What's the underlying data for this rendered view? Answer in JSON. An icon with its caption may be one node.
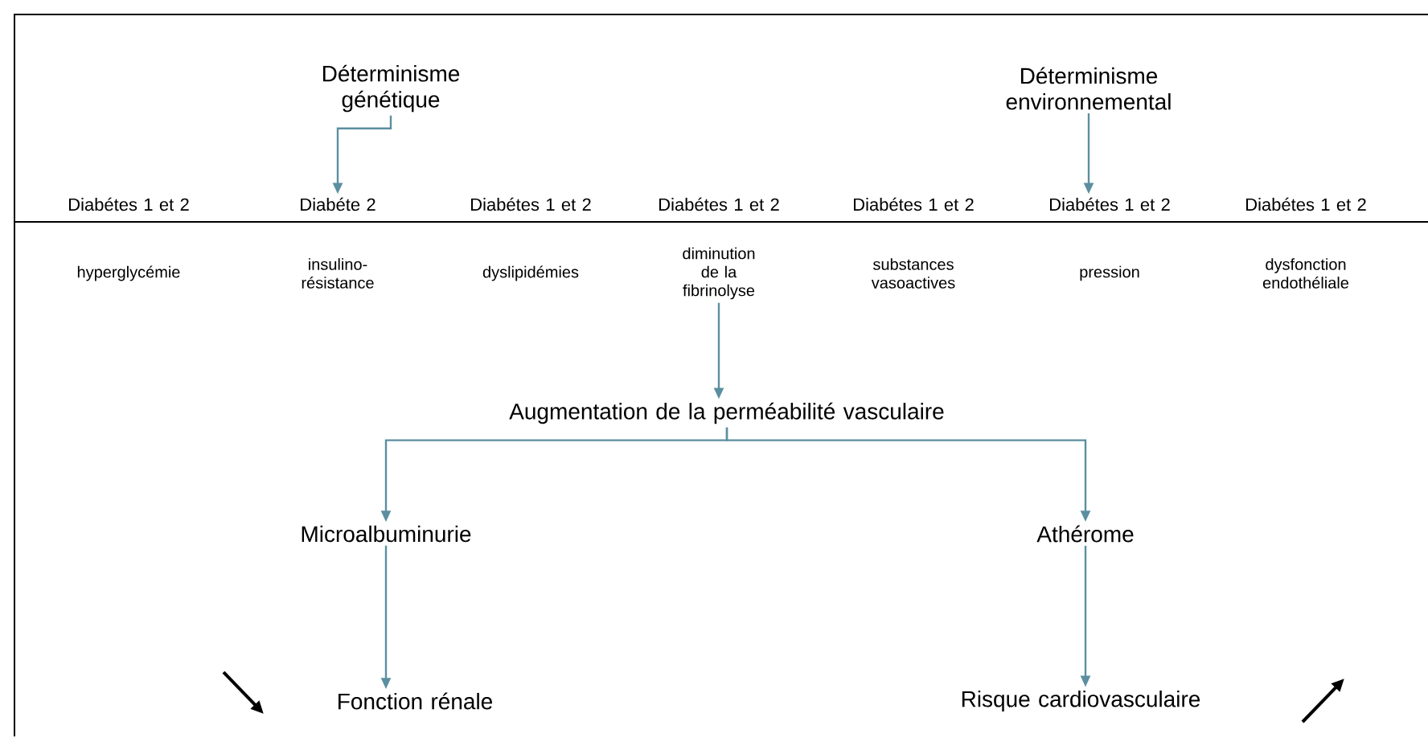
{
  "diagram": {
    "nodes": [
      {
        "text": [
          "Déterminisme génétique"
        ]
      },
      {
        "text": [
          "Déterminisme environnemental"
        ]
      },
      {
        "text": [
          "Diabétes 1 et 2"
        ]
      },
      {
        "text": [
          "Diabéte 2"
        ]
      },
      {
        "text": [
          "Diabétes 1 et 2"
        ]
      },
      {
        "text": [
          "Diabétes 1 et 2"
        ]
      },
      {
        "text": [
          "Diabétes 1 et 2"
        ]
      },
      {
        "text": [
          "Diabétes 1 et 2"
        ]
      },
      {
        "text": [
          "Diabétes 1 et 2"
        ]
      },
      {
        "text": [
          "hyperglycémie"
        ]
      },
      {
        "text": [
          "insulino- résistance"
        ]
      },
      {
        "text": [
          "dyslipidémies"
        ]
      },
      {
        "text": [
          "diminution de la fibrinolyse"
        ]
      },
      {
        "text": [
          "substances vasoactives"
        ]
      },
      {
        "text": [
          "pression"
        ]
      },
      {
        "text": [
          "dysfonction endothéliale"
        ]
      },
      {
        "text": [
          "Augmentation de la perméabilité vasculaire"
        ]
      },
      {
        "text": [
          "Microalbuminurie"
        ]
      },
      {
        "text": [
          "Athérome"
        ]
      },
      {
        "text": [
          "Fonction rénale"
        ]
      },
      {
        "text": [
          "Risque cardiovasculaire"
        ]
      }
    ],
    "edges": [
      {
        "from": 0,
        "to": 3,
        "arrow": "to"
      },
      {
        "from": 1,
        "to": 7,
        "arrow": "to"
      },
      {
        "from": 12,
        "to": 16,
        "arrow": "to"
      },
      {
        "from": 16,
        "to": 17,
        "arrow": "to"
      },
      {
        "from": 16,
        "to": 18,
        "arrow": "to"
      },
      {
        "from": 17,
        "to": 19,
        "arrow": "to"
      },
      {
        "from": 18,
        "to": 20,
        "arrow": "to"
      }
    ]
  }
}
